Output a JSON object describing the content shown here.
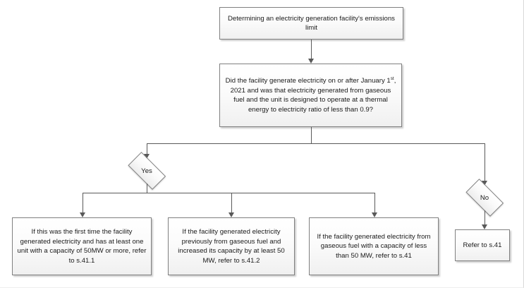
{
  "diagram": {
    "type": "flowchart",
    "title": "Determining an electricity generation facility's emissions limit",
    "nodes": {
      "start": {
        "label": "Determining an electricity generation facility's emissions limit",
        "shape": "process"
      },
      "question": {
        "label_part1": "Did the facility generate electricity on or after January 1",
        "label_sup": "st",
        "label_part2": ", 2021 and was that electricity generated from gaseous fuel and the unit is designed to operate at a thermal energy to electricity ratio of less than 0.9?",
        "shape": "process"
      },
      "yes": {
        "label": "Yes",
        "shape": "decision"
      },
      "no": {
        "label": "No",
        "shape": "decision"
      },
      "outcome1": {
        "label": "If this was the first time the facility generated electricity and has at least one unit with a capacity of 50MW or more, refer to s.41.1",
        "shape": "process"
      },
      "outcome2": {
        "label": "If the facility generated electricity previously from gaseous fuel and increased its capacity by at least 50 MW, refer to s.41.2",
        "shape": "process"
      },
      "outcome3": {
        "label": "If the facility generated electricity from gaseous fuel with a capacity of less than 50 MW, refer to s.41",
        "shape": "process"
      },
      "outcome4": {
        "label": "Refer to s.41",
        "shape": "process"
      }
    },
    "colors": {
      "node_border": "#808080",
      "node_fill_top": "#ffffff",
      "node_fill_bottom": "#f0f0f0",
      "connector": "#595959",
      "text": "#1a1a1a",
      "background": "#ffffff"
    }
  }
}
